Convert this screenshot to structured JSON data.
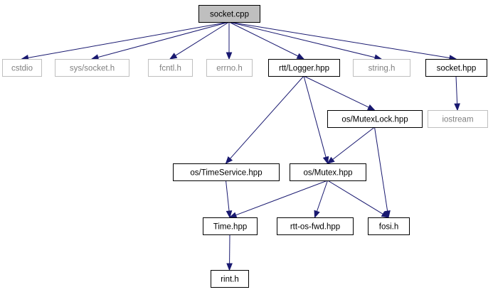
{
  "colors": {
    "edge": "#191970",
    "root_fill": "#bfbfbf",
    "node_fill": "#ffffff",
    "node_border": "#000000",
    "external_border": "#bfbfbf",
    "node_text": "#000000",
    "external_text": "#7f7f7f"
  },
  "nodes": [
    {
      "id": "socket_cpp",
      "label": "socket.cpp",
      "kind": "root"
    },
    {
      "id": "cstdio",
      "label": "cstdio",
      "kind": "external"
    },
    {
      "id": "sys_socket_h",
      "label": "sys/socket.h",
      "kind": "external"
    },
    {
      "id": "fcntl_h",
      "label": "fcntl.h",
      "kind": "external"
    },
    {
      "id": "errno_h",
      "label": "errno.h",
      "kind": "external"
    },
    {
      "id": "rtt_logger_hpp",
      "label": "rtt/Logger.hpp",
      "kind": "file"
    },
    {
      "id": "string_h",
      "label": "string.h",
      "kind": "external"
    },
    {
      "id": "socket_hpp",
      "label": "socket.hpp",
      "kind": "file"
    },
    {
      "id": "iostream",
      "label": "iostream",
      "kind": "external"
    },
    {
      "id": "os_mutexlock_hpp",
      "label": "os/MutexLock.hpp",
      "kind": "file"
    },
    {
      "id": "os_timeservice_hpp",
      "label": "os/TimeService.hpp",
      "kind": "file"
    },
    {
      "id": "os_mutex_hpp",
      "label": "os/Mutex.hpp",
      "kind": "file"
    },
    {
      "id": "time_hpp",
      "label": "Time.hpp",
      "kind": "file"
    },
    {
      "id": "rtt_os_fwd_hpp",
      "label": "rtt-os-fwd.hpp",
      "kind": "file"
    },
    {
      "id": "fosi_h",
      "label": "fosi.h",
      "kind": "file"
    },
    {
      "id": "rint_h",
      "label": "rint.h",
      "kind": "file"
    }
  ],
  "edges": [
    {
      "from": "socket_cpp",
      "to": "cstdio"
    },
    {
      "from": "socket_cpp",
      "to": "sys_socket_h"
    },
    {
      "from": "socket_cpp",
      "to": "fcntl_h"
    },
    {
      "from": "socket_cpp",
      "to": "errno_h"
    },
    {
      "from": "socket_cpp",
      "to": "rtt_logger_hpp"
    },
    {
      "from": "socket_cpp",
      "to": "string_h"
    },
    {
      "from": "socket_cpp",
      "to": "socket_hpp"
    },
    {
      "from": "socket_hpp",
      "to": "iostream"
    },
    {
      "from": "rtt_logger_hpp",
      "to": "os_timeservice_hpp"
    },
    {
      "from": "rtt_logger_hpp",
      "to": "os_mutex_hpp"
    },
    {
      "from": "rtt_logger_hpp",
      "to": "os_mutexlock_hpp"
    },
    {
      "from": "os_mutexlock_hpp",
      "to": "os_mutex_hpp"
    },
    {
      "from": "os_mutexlock_hpp",
      "to": "fosi_h"
    },
    {
      "from": "os_timeservice_hpp",
      "to": "time_hpp"
    },
    {
      "from": "os_mutex_hpp",
      "to": "time_hpp"
    },
    {
      "from": "os_mutex_hpp",
      "to": "rtt_os_fwd_hpp"
    },
    {
      "from": "os_mutex_hpp",
      "to": "fosi_h"
    },
    {
      "from": "time_hpp",
      "to": "rint_h"
    }
  ]
}
